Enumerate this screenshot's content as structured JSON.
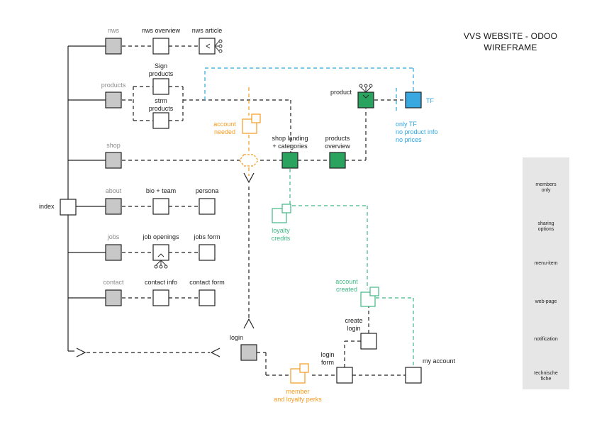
{
  "title": {
    "line1": "VVS WEBSITE - ODOO",
    "line2": "WIREFRAME"
  },
  "colors": {
    "menu_item": "#c8c8c8",
    "members_only": "#2aa35e",
    "technical": "#3aa8e0",
    "orange": "#f39a1e",
    "green_line": "#3fb784",
    "blue_line": "#2ba6df"
  },
  "nodes": {
    "index": "index",
    "nws": "nws",
    "nws_overview": "nws overview",
    "nws_article": "nws article",
    "products": "products",
    "sign_products": "Sign\nproducts",
    "strm_products": "strm\nproducts",
    "shop": "shop",
    "account_needed": "account\nneeded",
    "shop_landing": "shop landing\n+ categories",
    "products_overview": "products\noverview",
    "product": "product",
    "tf": "TF",
    "tf_note": "only TF\nno product info\nno prices",
    "about": "about",
    "bio_team": "bio + team",
    "persona": "persona",
    "loyalty_credits": "loyalty\ncredits",
    "jobs": "jobs",
    "job_openings": "job openings",
    "jobs_form": "jobs form",
    "contact": "contact",
    "contact_info": "contact info",
    "contact_form": "contact form",
    "account_created": "account\ncreated",
    "create_login": "create\nlogin",
    "login": "login",
    "login_form": "login\nform",
    "my_account": "my account",
    "member_perks": "member\nand loyalty perks"
  },
  "legend": {
    "members_only": "members\nonly",
    "sharing_options": "sharing\noptions",
    "menu_item": "menu-item",
    "web_page": "web-page",
    "notification": "notification",
    "technische_fiche": "technische\nfiche"
  }
}
